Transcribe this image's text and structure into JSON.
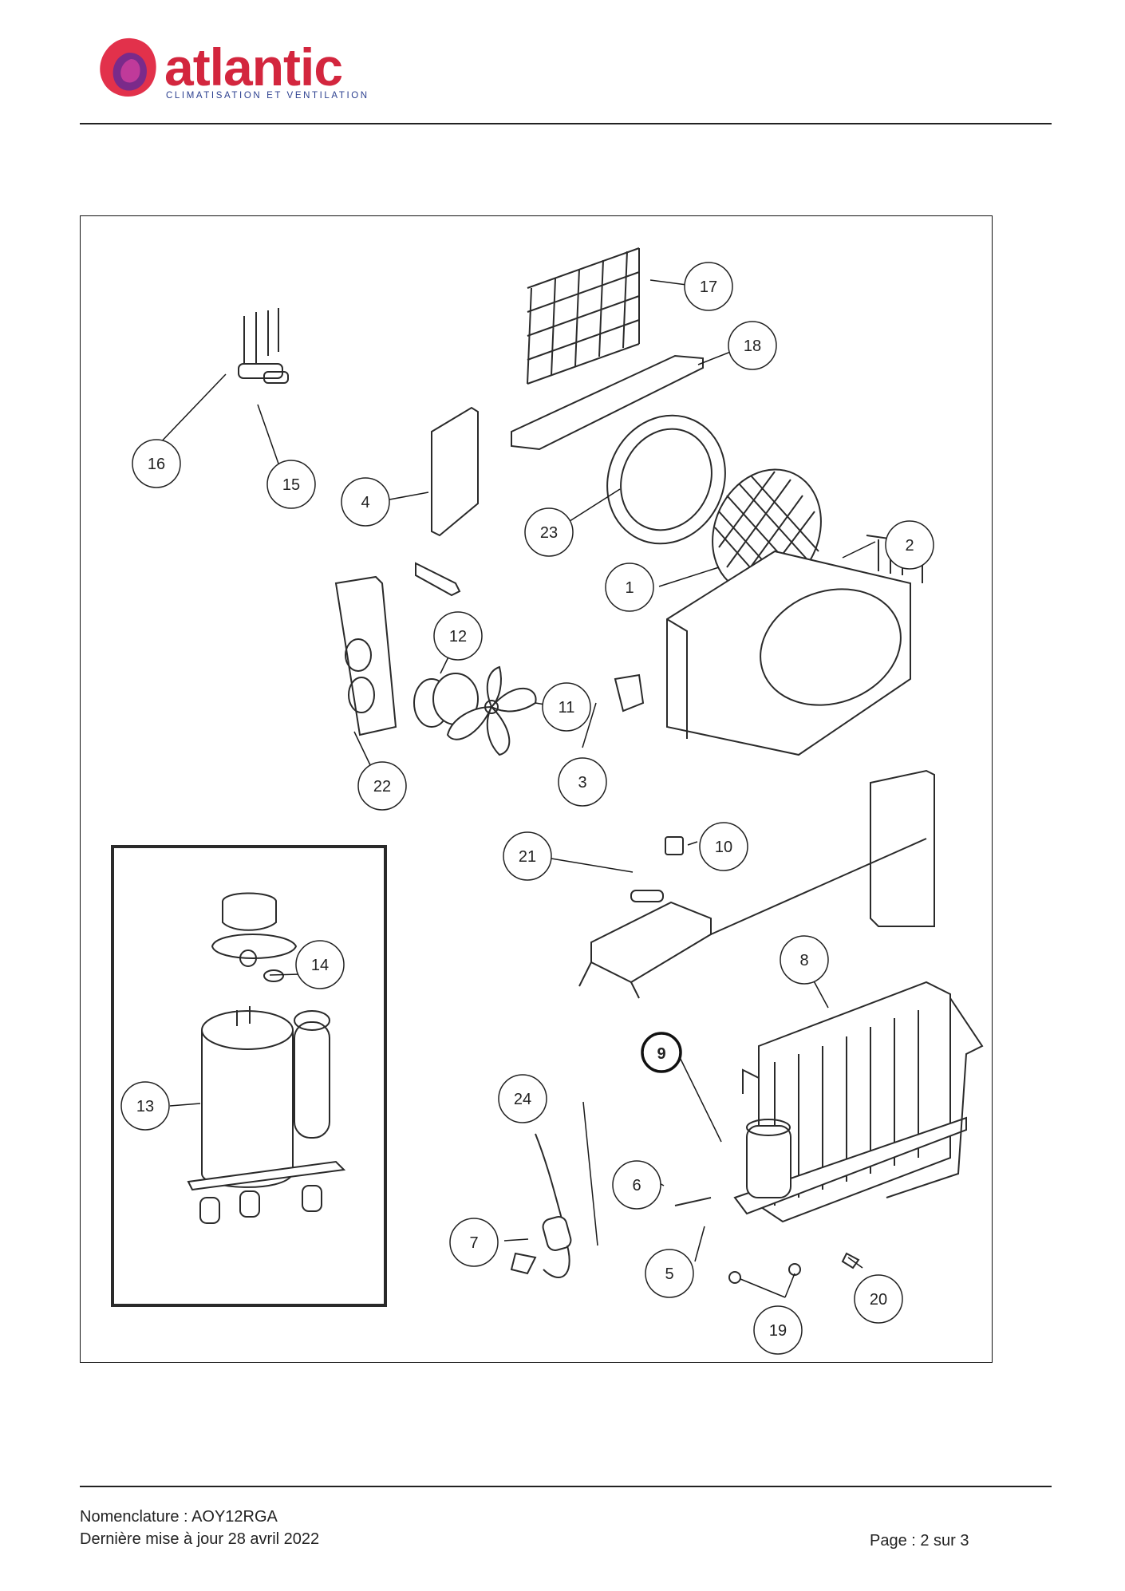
{
  "brand": {
    "name": "atlantic",
    "tagline": "CLIMATISATION ET VENTILATION",
    "colors": {
      "primary": "#d3263e",
      "secondary": "#2b3f8f",
      "accent": "#7a2a8a"
    }
  },
  "diagram": {
    "callouts": [
      {
        "id": "17",
        "label": "17"
      },
      {
        "id": "18",
        "label": "18"
      },
      {
        "id": "16",
        "label": "16"
      },
      {
        "id": "15",
        "label": "15"
      },
      {
        "id": "4",
        "label": "4"
      },
      {
        "id": "23",
        "label": "23"
      },
      {
        "id": "2",
        "label": "2"
      },
      {
        "id": "1",
        "label": "1"
      },
      {
        "id": "12",
        "label": "12"
      },
      {
        "id": "11",
        "label": "11"
      },
      {
        "id": "22",
        "label": "22"
      },
      {
        "id": "3",
        "label": "3"
      },
      {
        "id": "21",
        "label": "21"
      },
      {
        "id": "10",
        "label": "10"
      },
      {
        "id": "14",
        "label": "14"
      },
      {
        "id": "8",
        "label": "8"
      },
      {
        "id": "9",
        "label": "9",
        "emphasis": true
      },
      {
        "id": "13",
        "label": "13"
      },
      {
        "id": "24",
        "label": "24"
      },
      {
        "id": "6",
        "label": "6"
      },
      {
        "id": "7",
        "label": "7"
      },
      {
        "id": "5",
        "label": "5"
      },
      {
        "id": "20",
        "label": "20"
      },
      {
        "id": "19",
        "label": "19"
      }
    ]
  },
  "footer": {
    "nomenclature": "Nomenclature : AOY12RGA",
    "updated": "Dernière mise à jour 28 avril 2022",
    "page": "Page : 2 sur 3"
  }
}
